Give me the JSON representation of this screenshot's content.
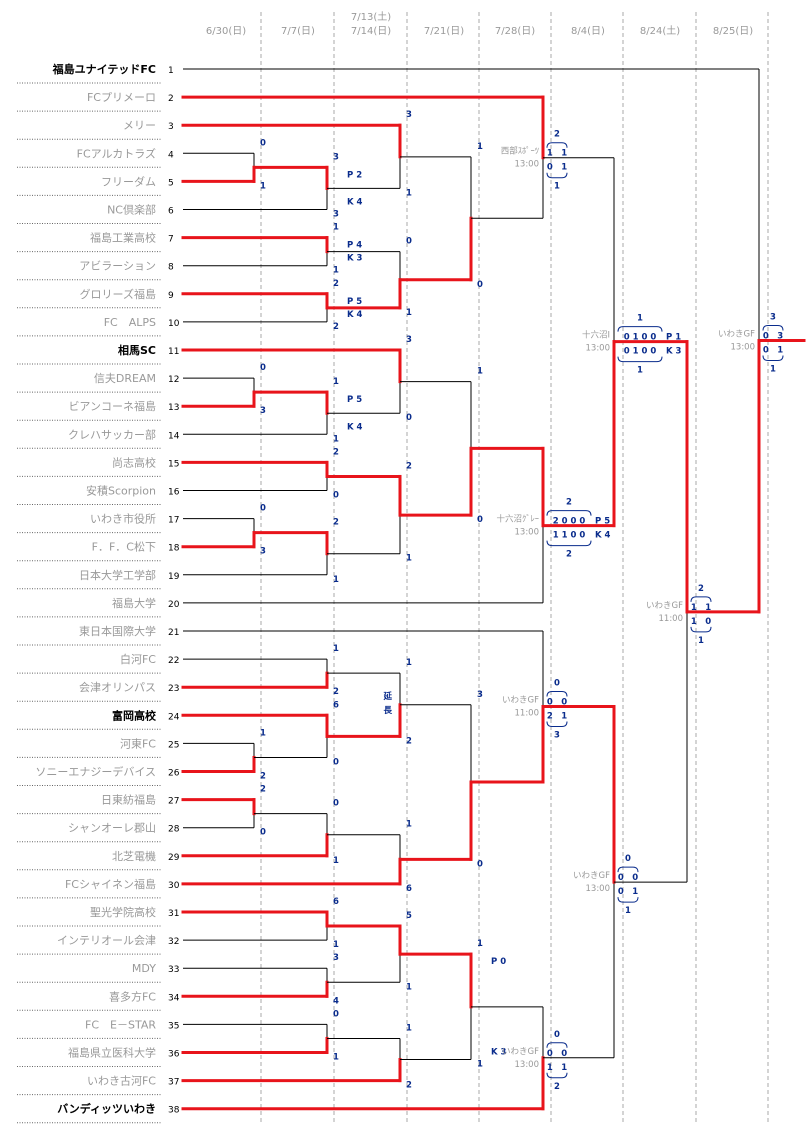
{
  "header": {
    "dates": [
      {
        "text": "6/30(日)"
      },
      {
        "text": "7/7(日)"
      },
      {
        "text": "7/13(土)",
        "text2": "7/14(日)"
      },
      {
        "text": "7/21(日)"
      },
      {
        "text": "7/28(日)"
      },
      {
        "text": "8/4(日)"
      },
      {
        "text": "8/24(土)"
      },
      {
        "text": "8/25(日)"
      }
    ]
  },
  "teams": [
    {
      "name": "福島ユナイテッドFC",
      "seed": "1",
      "bold": true
    },
    {
      "name": "FCプリメーロ",
      "seed": "2",
      "bold": false
    },
    {
      "name": "メリー",
      "seed": "3",
      "bold": false
    },
    {
      "name": "FCアルカトラズ",
      "seed": "4",
      "bold": false
    },
    {
      "name": "フリーダム",
      "seed": "5",
      "bold": false
    },
    {
      "name": "NC倶楽部",
      "seed": "6",
      "bold": false
    },
    {
      "name": "福島工業高校",
      "seed": "7",
      "bold": false
    },
    {
      "name": "アビラーション",
      "seed": "8",
      "bold": false
    },
    {
      "name": "グロリーズ福島",
      "seed": "9",
      "bold": false
    },
    {
      "name": "FC　ALPS",
      "seed": "10",
      "bold": false
    },
    {
      "name": "相馬SC",
      "seed": "11",
      "bold": true
    },
    {
      "name": "信夫DREAM",
      "seed": "12",
      "bold": false
    },
    {
      "name": "ビアンコーネ福島",
      "seed": "13",
      "bold": false
    },
    {
      "name": "クレハサッカー部",
      "seed": "14",
      "bold": false
    },
    {
      "name": "尚志高校",
      "seed": "15",
      "bold": false
    },
    {
      "name": "安積Scorpion",
      "seed": "16",
      "bold": false
    },
    {
      "name": "いわき市役所",
      "seed": "17",
      "bold": false
    },
    {
      "name": "F．F．C松下",
      "seed": "18",
      "bold": false
    },
    {
      "name": "日本大学工学部",
      "seed": "19",
      "bold": false
    },
    {
      "name": "福島大学",
      "seed": "20",
      "bold": false
    },
    {
      "name": "東日本国際大学",
      "seed": "21",
      "bold": false
    },
    {
      "name": "白河FC",
      "seed": "22",
      "bold": false
    },
    {
      "name": "会津オリンパス",
      "seed": "23",
      "bold": false
    },
    {
      "name": "富岡高校",
      "seed": "24",
      "bold": true
    },
    {
      "name": "河東FC",
      "seed": "25",
      "bold": false
    },
    {
      "name": "ソニーエナジーデバイス",
      "seed": "26",
      "bold": false
    },
    {
      "name": "日東紡福島",
      "seed": "27",
      "bold": false
    },
    {
      "name": "シャンオーレ郡山",
      "seed": "28",
      "bold": false
    },
    {
      "name": "北芝電機",
      "seed": "29",
      "bold": false
    },
    {
      "name": "FCシャイネン福島",
      "seed": "30",
      "bold": false
    },
    {
      "name": "聖光学院高校",
      "seed": "31",
      "bold": false
    },
    {
      "name": "インテリオール会津",
      "seed": "32",
      "bold": false
    },
    {
      "name": "MDY",
      "seed": "33",
      "bold": false
    },
    {
      "name": "喜多方FC",
      "seed": "34",
      "bold": false
    },
    {
      "name": "FC　E－STAR",
      "seed": "35",
      "bold": false
    },
    {
      "name": "福島県立医科大学",
      "seed": "36",
      "bold": false
    },
    {
      "name": "いわき古河FC",
      "seed": "37",
      "bold": false
    },
    {
      "name": "バンディッツいわき",
      "seed": "38",
      "bold": true
    }
  ],
  "r1": [
    {
      "a": 4,
      "b": 5,
      "sa": "0",
      "sb": "1",
      "win": "b"
    },
    {
      "a": 12,
      "b": 13,
      "sa": "0",
      "sb": "3",
      "win": "b"
    },
    {
      "a": 17,
      "b": 18,
      "sa": "0",
      "sb": "3",
      "win": "b"
    },
    {
      "a": 25,
      "b": 26,
      "sa": "1",
      "sb": "2",
      "win": "b"
    },
    {
      "a": 27,
      "b": 28,
      "sa": "2",
      "sb": "0",
      "win": "a"
    }
  ],
  "r2": [
    {
      "a": "m4_5",
      "b": 6,
      "sa": "3",
      "sb": "3",
      "win": "a",
      "pk": [
        "P 2",
        "K 4"
      ]
    },
    {
      "a": 7,
      "b": 8,
      "sa": "1",
      "sb": "1",
      "win": "a",
      "pk": [
        "P 4",
        "K 3"
      ]
    },
    {
      "a": 9,
      "b": 10,
      "sa": "2",
      "sb": "2",
      "win": "a",
      "pk": [
        "P 5",
        "K 4"
      ]
    },
    {
      "a": "m12_13",
      "b": 14,
      "sa": "1",
      "sb": "1",
      "win": "a",
      "pk": [
        "P 5",
        "K 4"
      ]
    },
    {
      "a": 15,
      "b": 16,
      "sa": "2",
      "sb": "0",
      "win": "a"
    },
    {
      "a": "m17_18",
      "b": 19,
      "sa": "2",
      "sb": "1",
      "win": "a"
    },
    {
      "a": 22,
      "b": 23,
      "sa": "1",
      "sb": "2",
      "win": "b"
    },
    {
      "a": 24,
      "b": "m25_26",
      "sa": "6",
      "sb": "0",
      "win": "a"
    },
    {
      "a": "m27_28",
      "b": 29,
      "sa": "0",
      "sb": "1",
      "win": "b"
    },
    {
      "a": 31,
      "b": 32,
      "sa": "6",
      "sb": "1",
      "win": "a"
    },
    {
      "a": 33,
      "b": 34,
      "sa": "3",
      "sb": "4",
      "win": "b"
    },
    {
      "a": 35,
      "b": 36,
      "sa": "0",
      "sb": "1",
      "win": "b"
    }
  ],
  "r3": [
    {
      "a": 3,
      "b": "r2_0",
      "sa": "3",
      "sb": "1",
      "win": "a"
    },
    {
      "a": "r2_1",
      "b": "r2_2",
      "sa": "0",
      "sb": "1",
      "win": "b"
    },
    {
      "a": 11,
      "b": "r2_3",
      "sa": "3",
      "sb": "0",
      "win": "a"
    },
    {
      "a": "r2_4",
      "b": "r2_5",
      "sa": "2",
      "sb": "1",
      "win": "a"
    },
    {
      "a": "r2_6",
      "b": "r2_7",
      "sa": "1",
      "sb": "2",
      "win": "b",
      "note": [
        "延",
        "長"
      ]
    },
    {
      "a": "r2_8",
      "b": 30,
      "sa": "1",
      "sb": "6",
      "win": "b"
    },
    {
      "a": "r2_9",
      "b": "r2_10",
      "sa": "5",
      "sb": "1",
      "win": "a"
    },
    {
      "a": "r2_11",
      "b": 37,
      "sa": "1",
      "sb": "2",
      "win": "b"
    }
  ],
  "r4": [
    {
      "a": "r3_0",
      "b": "r3_1",
      "sa": "1",
      "sb": "0",
      "win": "b"
    },
    {
      "a": "r3_2",
      "b": "r3_3",
      "sa": "1",
      "sb": "0",
      "win": "b"
    },
    {
      "a": "r3_4",
      "b": "r3_5",
      "sa": "3",
      "sb": "0",
      "win": "b"
    },
    {
      "a": "r3_6",
      "b": "r3_7",
      "sa": "1",
      "sb": "1",
      "win": "a",
      "pk": [
        "P 0",
        "K 3"
      ]
    }
  ],
  "r5": [
    {
      "a": 2,
      "b": "r4_0",
      "win": "a",
      "venue": "西部ｽﾎﾟｰﾂ",
      "time": "13:00",
      "top": "2",
      "h1": "1　1",
      "h2": "0　1",
      "bot": "1"
    },
    {
      "a": "r4_1",
      "b": 20,
      "win": "a",
      "venue": "十六沼ｸﾞﾚｰ",
      "time": "13:00",
      "top": "2",
      "h1": "2 0 0 0",
      "h2": "1 1 0 0",
      "bot": "2",
      "pk": [
        "P 5",
        "K 4"
      ]
    },
    {
      "a": 21,
      "b": "r4_2",
      "win": "b",
      "venue": "いわきGF",
      "time": "11:00",
      "top": "0",
      "h1": "0　0",
      "h2": "2　1",
      "bot": "3"
    },
    {
      "a": "r4_3",
      "b": 38,
      "win": "b",
      "venue": "いわきGF",
      "time": "13:00",
      "top": "0",
      "h1": "0　0",
      "h2": "1　1",
      "bot": "2"
    }
  ],
  "r6": [
    {
      "a": "r5_0",
      "b": "r5_1",
      "win": "b",
      "venue": "十六沼Ⅰ",
      "time": "13:00",
      "top": "1",
      "h1": "0 1 0 0",
      "h2": "0 1 0 0",
      "bot": "1",
      "pk": [
        "P 1",
        "K 3"
      ]
    },
    {
      "a": "r5_2",
      "b": "r5_3",
      "win": "a",
      "venue": "いわきGF",
      "time": "13:00",
      "top": "0",
      "h1": "0　0",
      "h2": "0　1",
      "bot": "1"
    }
  ],
  "r7": [
    {
      "a": "r6_0",
      "b": "r6_1",
      "win": "a",
      "venue": "いわきGF",
      "time": "11:00",
      "top": "2",
      "h1": "1　1",
      "h2": "1　0",
      "bot": "1"
    }
  ],
  "r8": [
    {
      "a": 1,
      "b": "r7_0",
      "win": "b",
      "venue": "いわきGF",
      "time": "13:00",
      "top": "3",
      "h1": "0　3",
      "h2": "0　1",
      "bot": "1"
    }
  ],
  "colors": {
    "winner": "#e8141b",
    "score": "#0a2c8c",
    "line": "#000000"
  }
}
